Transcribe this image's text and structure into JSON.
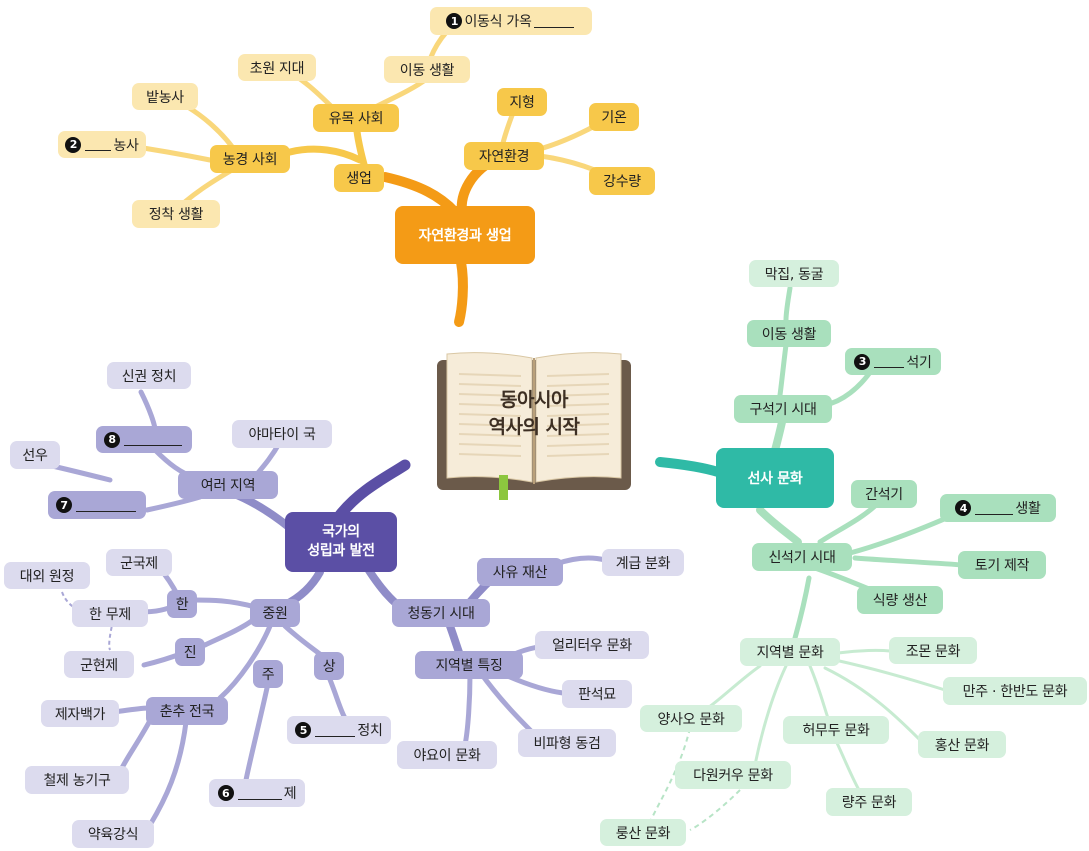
{
  "center": {
    "line1": "동아시아",
    "line2": "역사의 시작"
  },
  "yellow": {
    "root": "자연환경과 생업",
    "livelihood": "생업",
    "nomadic_society": "유목 사회",
    "steppe": "초원 지대",
    "mobile_life": "이동 생활",
    "house_blank": {
      "num": "1",
      "text": "이동식 가옥"
    },
    "farming_society": "농경 사회",
    "field_farming": "밭농사",
    "farming_blank": {
      "num": "2",
      "text": "농사"
    },
    "settled_life": "정착 생활",
    "environment": "자연환경",
    "terrain": "지형",
    "climate": "기온",
    "rainfall": "강수량"
  },
  "green": {
    "root": "선사 문화",
    "paleolithic": "구석기 시대",
    "mobile_life": "이동 생활",
    "huts_caves": "막집, 동굴",
    "stone_blank": {
      "num": "3",
      "text": "석기"
    },
    "neolithic": "신석기 시대",
    "polished_stone": "간석기",
    "life_blank": {
      "num": "4",
      "text": "생활"
    },
    "pottery": "토기 제작",
    "food_production": "식량 생산",
    "regional_culture": "지역별 문화",
    "jomon": "조몬 문화",
    "manchuria": "만주 · 한반도 문화",
    "hongshan": "홍산 문화",
    "yangshao": "양사오 문화",
    "hemudu": "허무두  문화",
    "dawenkou": "다원커우 문화",
    "liangzhu": "량주 문화",
    "longshan": "룽산 문화"
  },
  "purple": {
    "root_line1": "국가의",
    "root_line2": "성립과 발전",
    "regions": "여러 지역",
    "yamatai": "야마타이 국",
    "blank8": {
      "num": "8"
    },
    "theocracy": "신권 정치",
    "blank7": {
      "num": "7"
    },
    "seonu": "선우",
    "central_plains": "중원",
    "han": "한",
    "commandery": "군국제",
    "han_wudi": "한 무제",
    "expedition": "대외 원정",
    "prefecture": "군현제",
    "qin": "진",
    "spring_autumn": "춘추 전국",
    "hundred_schools": "제자백가",
    "iron_tools": "철제 농기구",
    "survival": "약육강식",
    "zhou": "주",
    "blank6": {
      "num": "6",
      "text": "제"
    },
    "shang": "상",
    "blank5": {
      "num": "5",
      "text": "정치"
    },
    "bronze_age": "청동기 시대",
    "private_property": "사유 재산",
    "class_division": "계급 분화",
    "regional_features": "지역별 특징",
    "erlitou": "얼리터우 문화",
    "dolmen": "판석묘",
    "mandolin_dagger": "비파형 동검",
    "yayoi": "야요이 문화"
  },
  "colors": {
    "orange": "#f49b16",
    "teal": "#2fbaa6",
    "purple": "#5b4fa5"
  }
}
